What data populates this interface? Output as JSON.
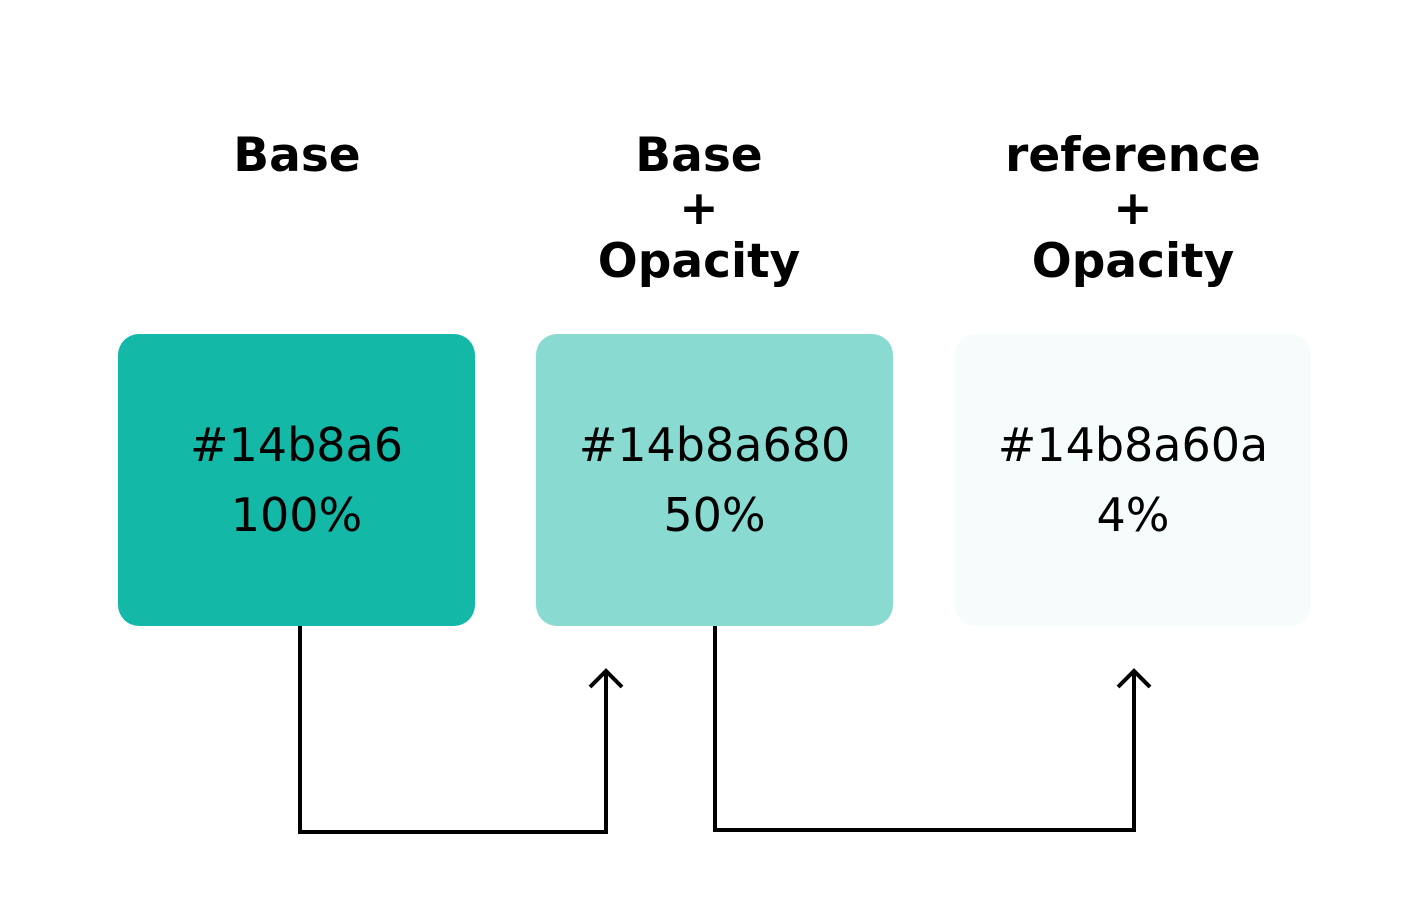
{
  "headings": [
    {
      "lines": [
        "Base"
      ]
    },
    {
      "lines": [
        "Base",
        "+",
        "Opacity"
      ]
    },
    {
      "lines": [
        "reference",
        "+",
        "Opacity"
      ]
    }
  ],
  "swatches": [
    {
      "hex": "#14b8a6",
      "opacity": "100%",
      "color": "#14b8a6"
    },
    {
      "hex": "#14b8a680",
      "opacity": "50%",
      "color": "#14b8a680"
    },
    {
      "hex": "#14b8a60a",
      "opacity": "4%",
      "color": "#14b8a60a"
    }
  ],
  "connectors": [
    {
      "from": "swatch-base",
      "to": "swatch-base-opacity"
    },
    {
      "from": "swatch-base-opacity",
      "to": "swatch-reference-opacity"
    }
  ],
  "line_color": "#000000"
}
